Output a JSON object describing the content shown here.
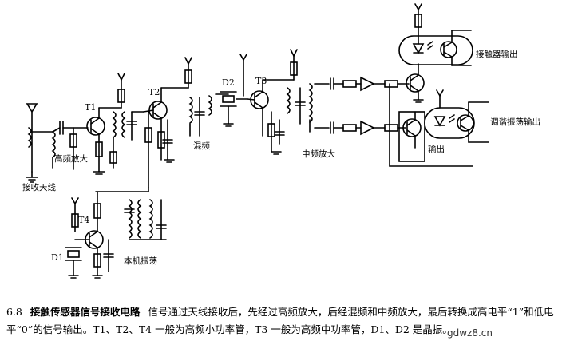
{
  "labels": {
    "T1": "T1",
    "T2": "T2",
    "T3": "T3",
    "T4": "T4",
    "D1": "D1",
    "D2": "D2",
    "antenna": "接收天线",
    "rf_amp": "高频放大",
    "mixer": "混频",
    "if_amp": "中频放大",
    "local_osc": "本机振荡",
    "contact_out": "接触器输出",
    "tuning_out": "调谐振荡输出",
    "output": "输出"
  },
  "caption": {
    "number": "6.8",
    "title": "接触传感器信号接收电路",
    "text": "信号通过天线接收后，先经过高频放大，后经混频和中频放大，最后转换成高电平“1”和低电平“0”的信号输出。T1、T2、T4 一般为高频小功率管，T3 一般为高频中功率管，D1、D2 是晶振。"
  },
  "watermark": "gdwz8.cn"
}
